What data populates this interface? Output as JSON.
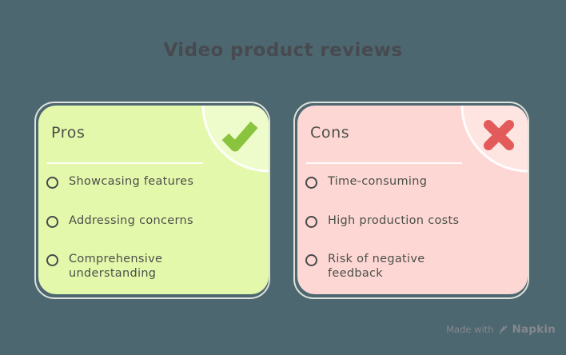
{
  "title": "Video product reviews",
  "cards": [
    {
      "heading": "Pros",
      "icon": "check-icon",
      "items": [
        "Showcasing features",
        "Addressing concerns",
        "Comprehensive understanding"
      ]
    },
    {
      "heading": "Cons",
      "icon": "cross-icon",
      "items": [
        "Time-consuming",
        "High production costs",
        "Risk of negative feedback"
      ]
    }
  ],
  "watermark": {
    "prefix": "Made with",
    "brand": "Napkin",
    "icon": "napkin-logo-icon"
  },
  "colors": {
    "background": "#4d6771",
    "title-text": "#474a4e",
    "pros-bg": "#e4f8ac",
    "pros-corner": "#edfcca",
    "cons-bg": "#fdd7d4",
    "cons-corner": "#fee5e1",
    "check-green": "#8ac33e",
    "cross-red": "#e25a5a",
    "card-text": "#4b4f48",
    "bullet": "#47494a",
    "divider": "#ffffff",
    "card-outline": "#f7f7ea",
    "watermark-text": "#84888c"
  }
}
